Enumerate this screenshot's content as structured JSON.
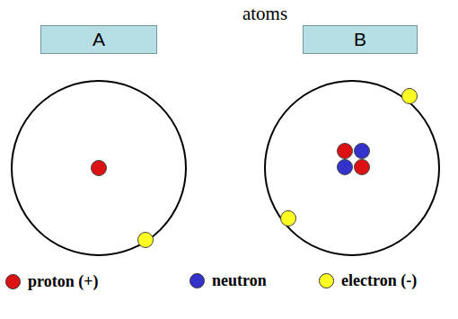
{
  "diagram": {
    "title": "atoms",
    "nodes": [
      {
        "text": [
          "A"
        ]
      },
      {
        "text": [
          "B"
        ]
      }
    ],
    "legend": [
      {
        "text": "proton (+)",
        "color": "#dd1111"
      },
      {
        "text": "neutron",
        "color": "#3333cc"
      },
      {
        "text": "electron (-)",
        "color": "#ffff22"
      }
    ]
  }
}
